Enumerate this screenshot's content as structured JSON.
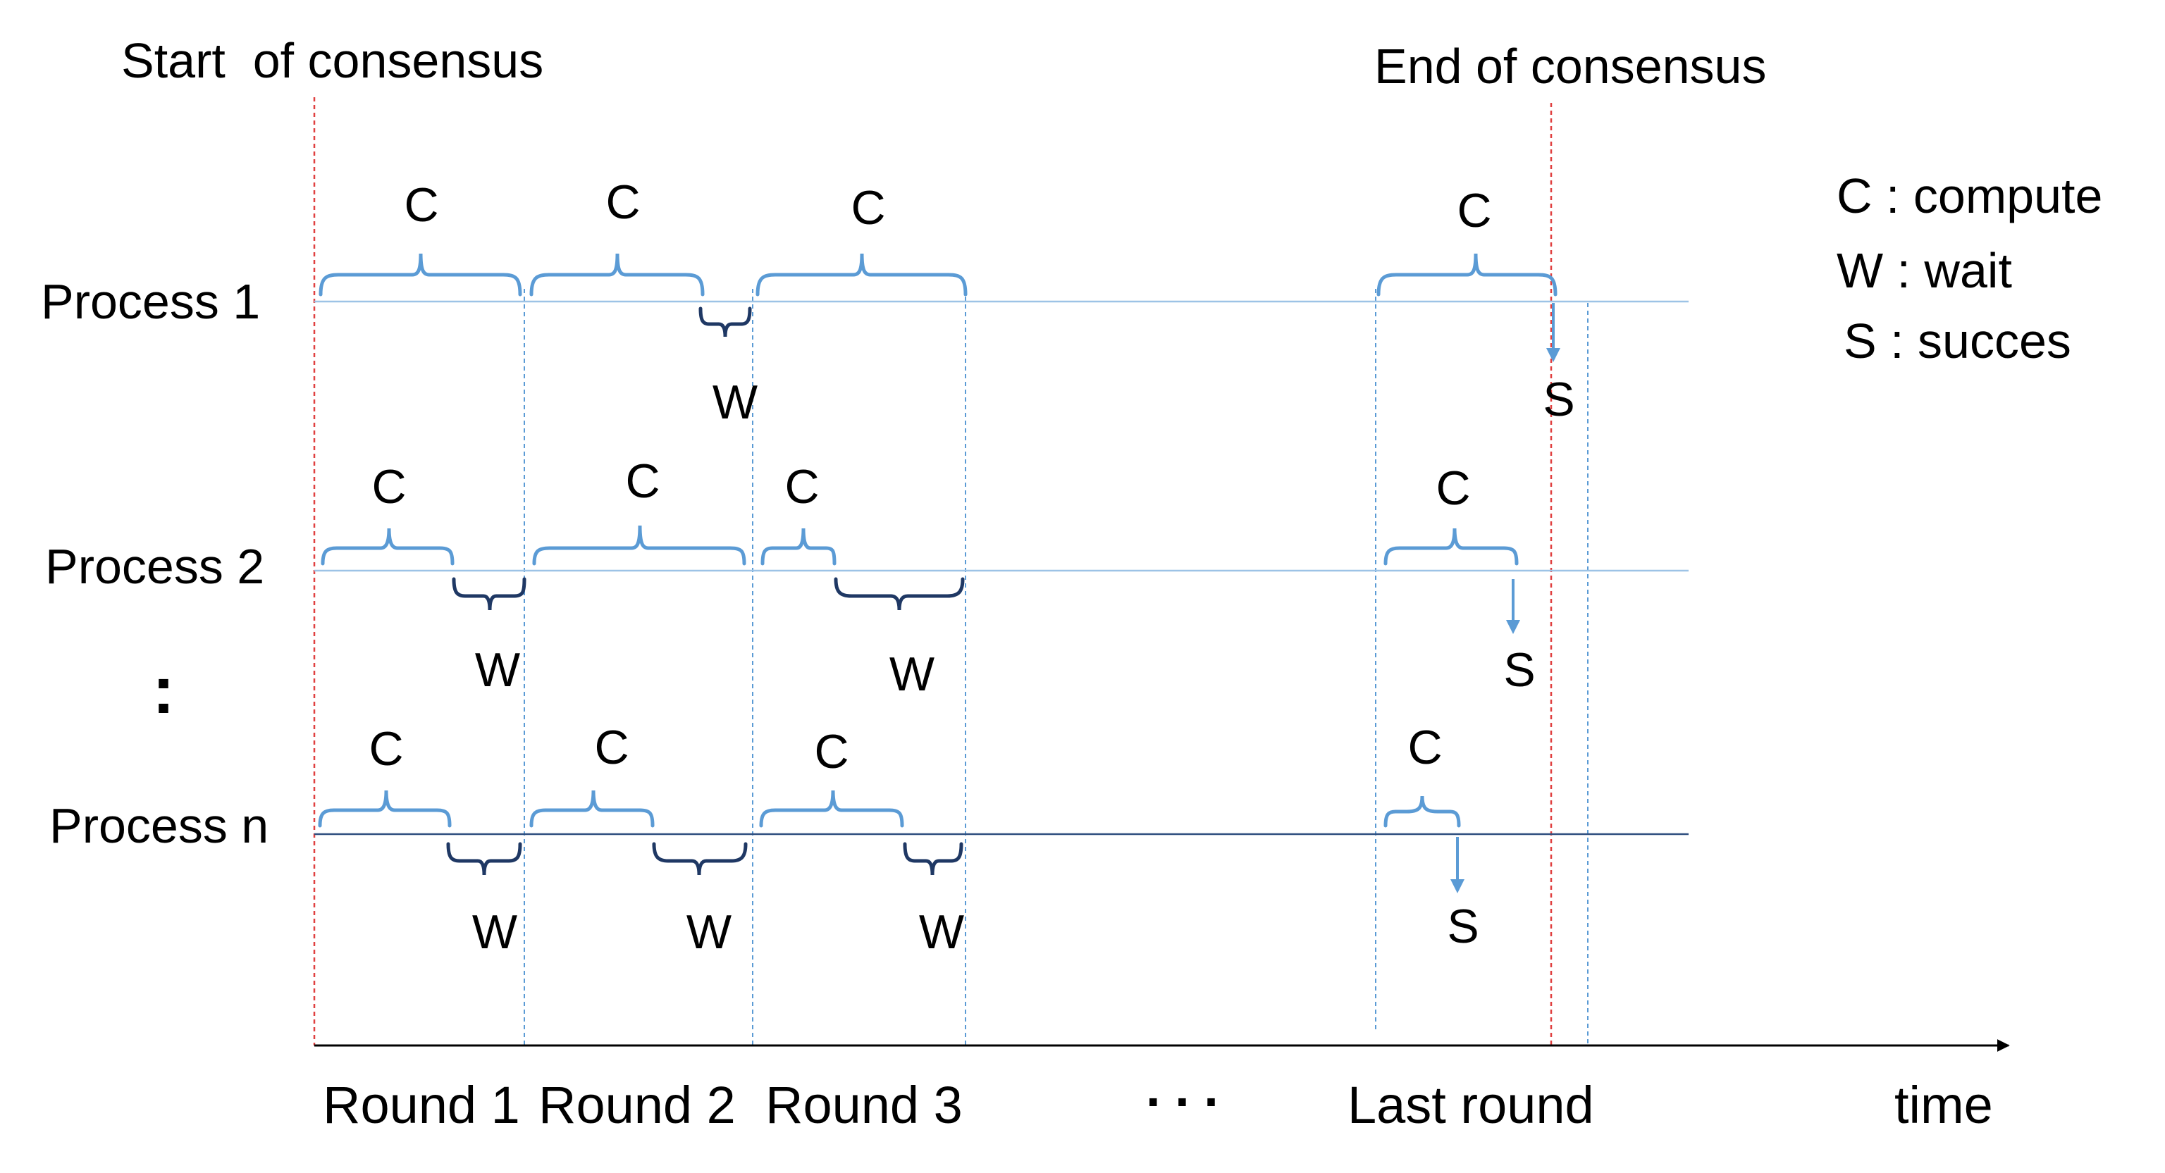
{
  "colors": {
    "compute": "#5b9bd5",
    "wait": "#1f3864",
    "marker": "#e04040",
    "gridline": "#5b9bd5",
    "timeline": "#9dc3e6",
    "processn_line": "#2f4f7f",
    "axis": "#000000"
  },
  "header": {
    "start": "Start  of consensus",
    "end": "End of consensus"
  },
  "legend": {
    "compute": "C : compute",
    "wait": "W : wait",
    "success": "S : succes"
  },
  "symbols": {
    "compute": "C",
    "wait": "W",
    "success": "S"
  },
  "vertical_ellipsis": ":",
  "axis": {
    "rounds": [
      "Round 1",
      "Round 2",
      "Round 3",
      "Last round"
    ],
    "ellipsis": ". . .",
    "time_label": "time"
  },
  "processes": [
    {
      "name": "Process 1",
      "segments": [
        {
          "type": "compute",
          "round": 1
        },
        {
          "type": "compute",
          "round": 2
        },
        {
          "type": "wait",
          "round": 2
        },
        {
          "type": "compute",
          "round": 3
        },
        {
          "type": "compute",
          "round": "last"
        },
        {
          "type": "success",
          "round": "last"
        }
      ]
    },
    {
      "name": "Process 2",
      "segments": [
        {
          "type": "compute",
          "round": 1
        },
        {
          "type": "wait",
          "round": 1
        },
        {
          "type": "compute",
          "round": 2
        },
        {
          "type": "compute",
          "round": 3
        },
        {
          "type": "wait",
          "round": 3
        },
        {
          "type": "compute",
          "round": "last"
        },
        {
          "type": "success",
          "round": "last"
        }
      ]
    },
    {
      "name": "Process n",
      "segments": [
        {
          "type": "compute",
          "round": 1
        },
        {
          "type": "wait",
          "round": 1
        },
        {
          "type": "compute",
          "round": 2
        },
        {
          "type": "wait",
          "round": 2
        },
        {
          "type": "compute",
          "round": 3
        },
        {
          "type": "wait",
          "round": 3
        },
        {
          "type": "compute",
          "round": "last"
        },
        {
          "type": "success",
          "round": "last"
        }
      ]
    }
  ]
}
